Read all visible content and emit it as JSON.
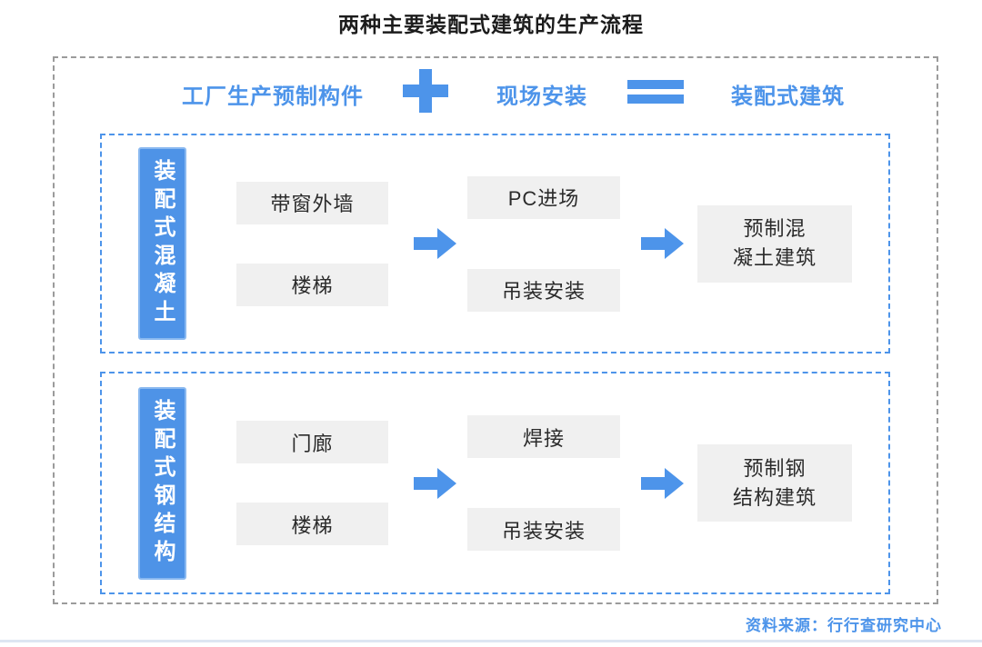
{
  "title": "两种主要装配式建筑的生产流程",
  "colors": {
    "accent_blue": "#4d94ea",
    "label_fill": "#4e93e7",
    "label_border": "#8ab9f0",
    "box_fill": "#f0f0f0",
    "outer_border": "#9b9b9b",
    "text_dark": "#2b2b2b",
    "bottom_line": "#dde6f2"
  },
  "icons": {
    "plus": "plus-icon",
    "equals": "equals-icon",
    "arrow": "arrow-right-icon"
  },
  "equation": {
    "factory": "工厂生产预制构件",
    "site": "现场安装",
    "result": "装配式建筑"
  },
  "sections": [
    {
      "label": "装配式混凝土",
      "inputs": [
        "带窗外墙",
        "楼梯"
      ],
      "steps": [
        "PC进场",
        "吊装安装"
      ],
      "result": "预制混\n凝土建筑"
    },
    {
      "label": "装配式钢结构",
      "inputs": [
        "门廊",
        "楼梯"
      ],
      "steps": [
        "焊接",
        "吊装安装"
      ],
      "result": "预制钢\n结构建筑"
    }
  ],
  "footer": {
    "source": "资料来源：行行查研究中心"
  }
}
